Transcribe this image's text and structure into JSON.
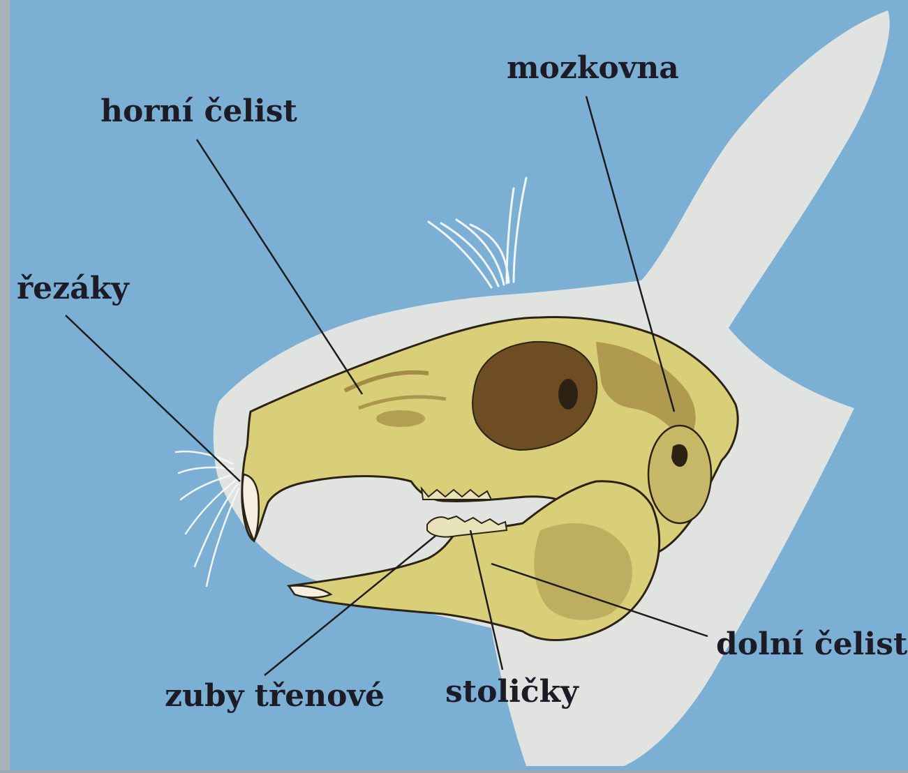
{
  "colors": {
    "background": "#7bb0d4",
    "silhouette": "#e1e3e1",
    "bone": "#d8cf78",
    "bone_shadow": "#8e6f30",
    "cavity": "#6e4d22",
    "outline": "#2b2214",
    "leader_line": "#1b1b1b",
    "label_text": "#1d1b26",
    "whisker": "#f2f6f8",
    "left_border": "#a7b2b8"
  },
  "labels": {
    "mozkovna": "mozkovna",
    "horni_celist": "horní čelist",
    "rezaky": "řezáky",
    "dolni_celist": "dolní čelist",
    "zuby_trenove": "zuby třenové",
    "stolicky": "stoličky"
  },
  "icons": [
    "rabbit-head-silhouette",
    "rabbit-skull-illustration",
    "whiskers"
  ]
}
